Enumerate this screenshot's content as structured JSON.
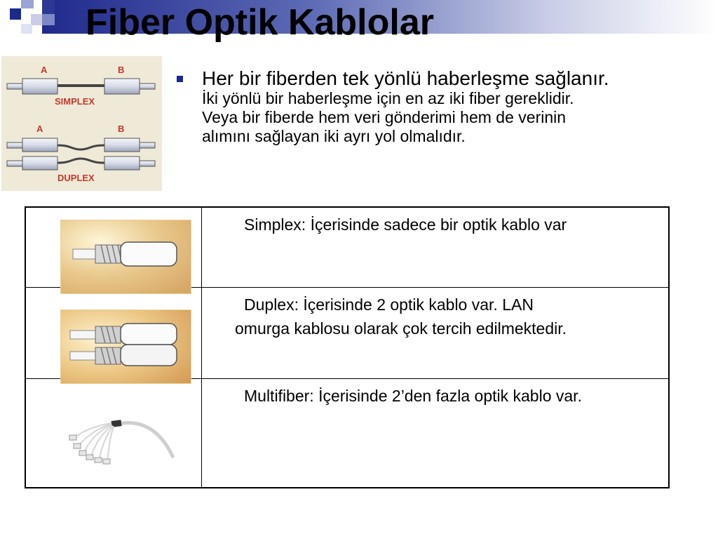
{
  "slide": {
    "title": "Fiber Optik Kablolar"
  },
  "diagram": {
    "simplex": {
      "label": "SIMPLEX",
      "end_a": "A",
      "end_b": "B"
    },
    "duplex": {
      "label": "DUPLEX",
      "end_a": "A",
      "end_b": "B"
    },
    "colors": {
      "label": "#c0392b",
      "background": "#efe9d8"
    }
  },
  "bullet": {
    "main": "Her bir fiberden tek yönlü haberleşme sağlanır.",
    "lines": [
      "İki yönlü bir haberleşme için en az iki fiber gereklidir.",
      "Veya bir fiberde hem veri gönderimi hem de verinin",
      "alımını sağlayan iki ayrı yol olmalıdır."
    ]
  },
  "table": {
    "rows": [
      {
        "image": "simplex-cable-image",
        "lines": [
          "Simplex: İçerisinde sadece bir optik kablo var"
        ]
      },
      {
        "image": "duplex-cable-image",
        "lines": [
          "Duplex: İçerisinde 2 optik kablo var. LAN",
          "omurga kablosu olarak çok tercih edilmektedir."
        ]
      },
      {
        "image": "multifiber-cable-image",
        "lines": [
          "Multifiber: İçerisinde 2’den fazla optik kablo var."
        ]
      }
    ]
  },
  "colors": {
    "accent": "#1b2a8a",
    "header_gradient_start": "#1f2a8c"
  }
}
